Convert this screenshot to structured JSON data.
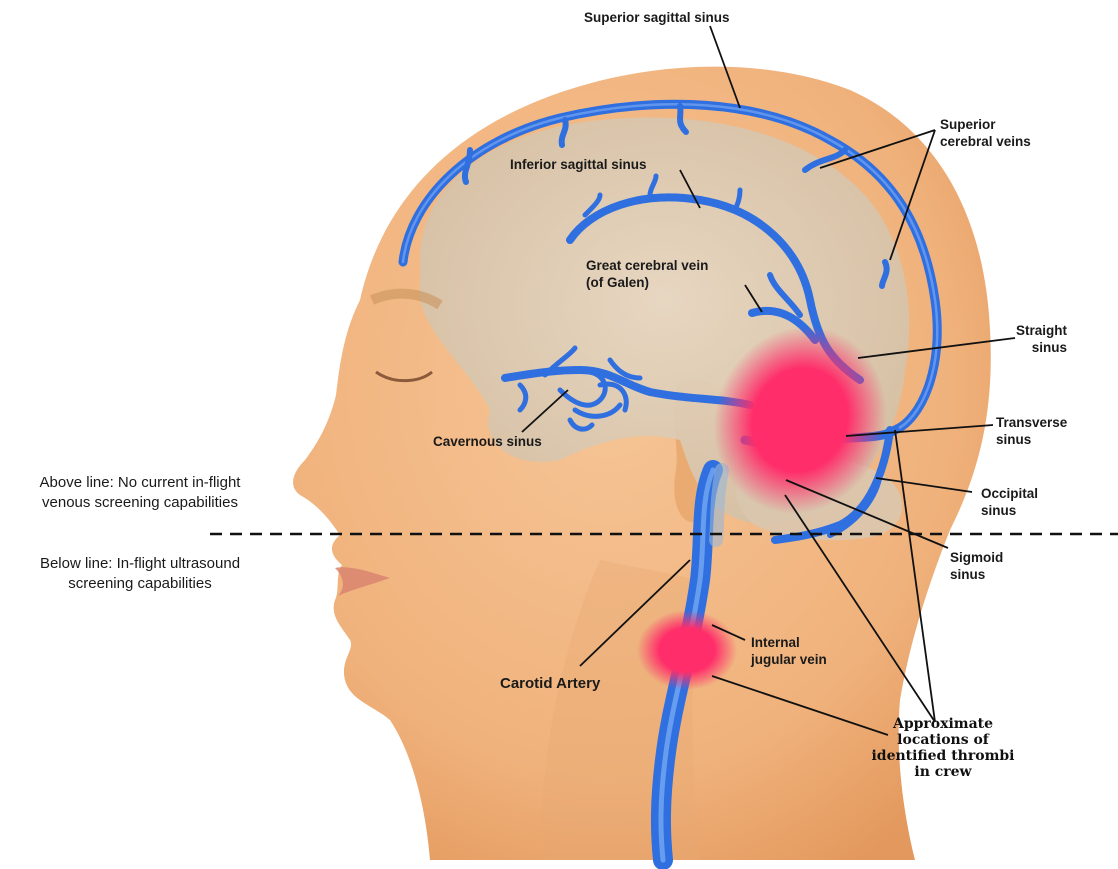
{
  "labels": {
    "superior_sagittal_sinus": "Superior sagittal sinus",
    "superior_cerebral_veins": "Superior\ncerebral veins",
    "inferior_sagittal_sinus": "Inferior sagittal sinus",
    "great_cerebral_vein": "Great cerebral vein\n(of Galen)",
    "straight_sinus": "Straight\nsinus",
    "cavernous_sinus": "Cavernous sinus",
    "transverse_sinus": "Transverse\nsinus",
    "occipital_sinus": "Occipital\nsinus",
    "sigmoid_sinus": "Sigmoid\nsinus",
    "internal_jugular_vein": "Internal\njugular vein",
    "carotid_artery": "Carotid Artery",
    "approximate_locations": "Approximate\nlocations of\nidentified thrombi\nin crew"
  },
  "notes": {
    "above_line": "Above line: No current in-flight\nvenous screening capabilities",
    "below_line": "Below line: In-flight ultrasound\nscreening capabilities"
  },
  "colors": {
    "skin": "#f0b27c",
    "skin_shadow": "#e39a5f",
    "brain": "#dccbb5",
    "vein": "#2f6fe0",
    "vein_light": "#6fa0f0",
    "thrombus": "#ff2d6a",
    "leader": "#111111"
  }
}
